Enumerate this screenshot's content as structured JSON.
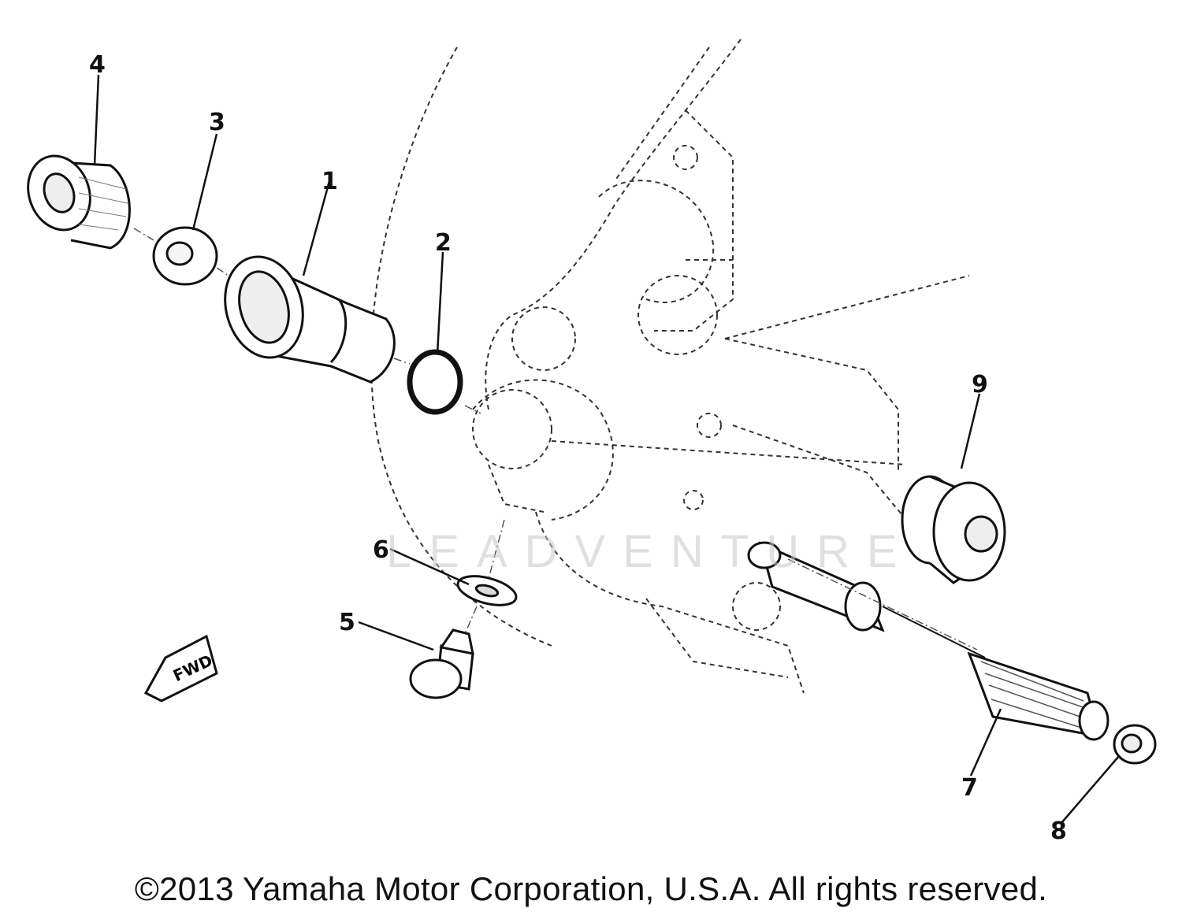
{
  "callouts": {
    "c1": "1",
    "c2": "2",
    "c3": "3",
    "c4": "4",
    "c5": "5",
    "c6": "6",
    "c7": "7",
    "c8": "8",
    "c9": "9"
  },
  "fwd_label": "FWD",
  "watermark": "LEADVENTURE",
  "copyright": "©2013 Yamaha Motor Corporation, U.S.A. All rights reserved."
}
